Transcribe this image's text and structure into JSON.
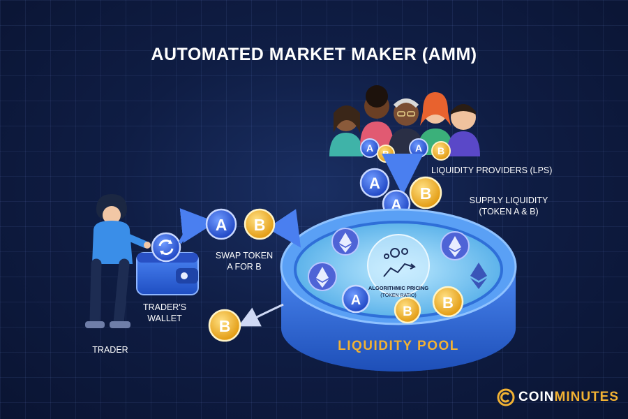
{
  "title": "AUTOMATED MARKET MAKER (AMM)",
  "labels": {
    "liquidity_providers": "LIQUIDITY PROVIDERS (LPS)",
    "supply_liquidity_line1": "SUPPLY LIQUIDITY",
    "supply_liquidity_line2": "(TOKEN A & B)",
    "swap_token_line1": "SWAP TOKEN",
    "swap_token_line2": "A FOR B",
    "traders_wallet_line1": "TRADER'S",
    "traders_wallet_line2": "WALLET",
    "trader": "TRADER",
    "algorithmic_pricing": "ALGORITHMIC PRICING",
    "token_ratio": "(TOKEN RATIO)",
    "liquidity_pool": "LIQUIDITY POOL"
  },
  "tokens": {
    "a_letter": "A",
    "b_letter": "B"
  },
  "brand": {
    "coin": "COIN",
    "minutes": "MINUTES"
  },
  "colors": {
    "token_a": "#2f5fe0",
    "token_b": "#f0b323",
    "pool": "#3a78e8",
    "water": "#7fd0f5",
    "brand": "#f2b233"
  }
}
